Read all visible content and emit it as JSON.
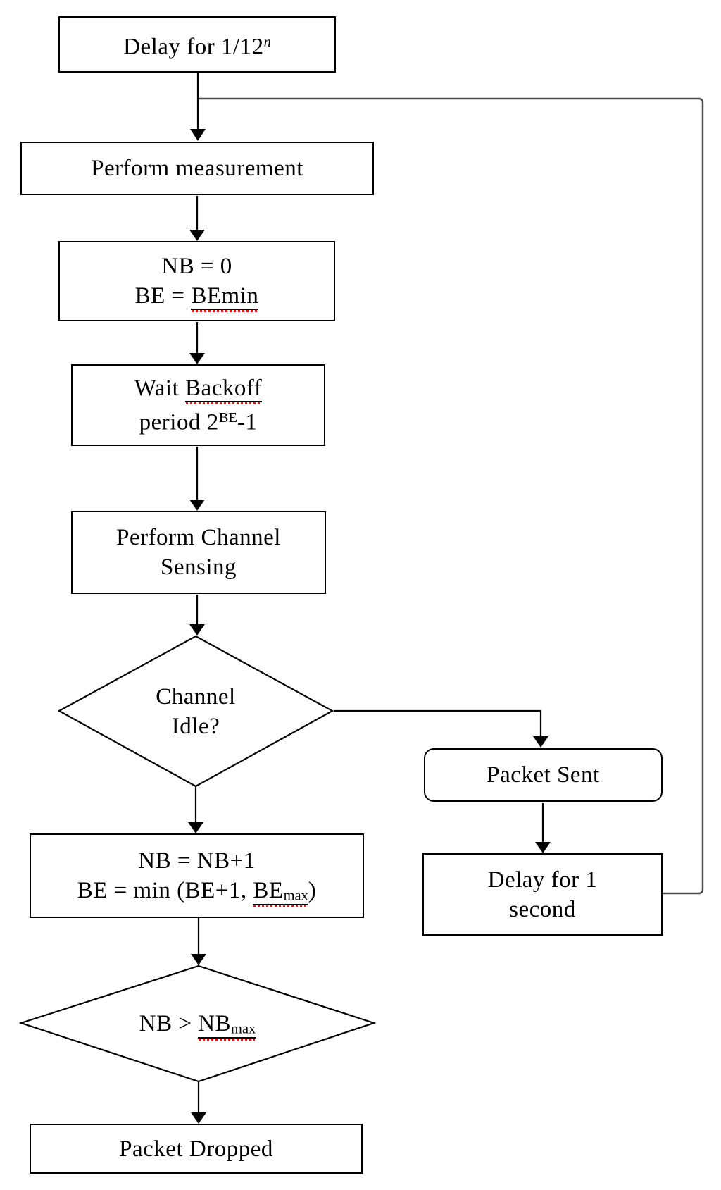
{
  "colors": {
    "node_border": "#000000",
    "connector": "#000000",
    "feedback_line": "#4a4a4a",
    "misspell_squiggle": "#e11515",
    "background": "#ffffff",
    "text": "#000000"
  },
  "nodes": {
    "delay_initial": {
      "text": "Delay for 1/12",
      "sup": "n"
    },
    "perform_measurement": {
      "text": "Perform measurement"
    },
    "init_backoff": {
      "line1": "NB = 0",
      "line2_prefix": "BE = ",
      "line2_miss": "BEmin"
    },
    "wait_backoff": {
      "line1_prefix": "Wait ",
      "line1_miss": "Backoff",
      "line2_prefix": "period 2",
      "line2_sup": "BE",
      "line2_suffix": "-1"
    },
    "channel_sensing": {
      "line1": "Perform Channel",
      "line2": "Sensing"
    },
    "channel_idle": {
      "line1": "Channel",
      "line2": "Idle?"
    },
    "packet_sent": {
      "text": "Packet Sent"
    },
    "delay_second": {
      "line1": "Delay for 1",
      "line2": "second"
    },
    "increment": {
      "line1": "NB = NB+1",
      "line2_prefix": "BE = min (BE+1, ",
      "line2_base": "BE",
      "line2_sub": "max",
      "line2_suffix": ")"
    },
    "nb_max_check": {
      "prefix": "NB > ",
      "base": "NB",
      "sub": "max"
    },
    "packet_dropped": {
      "text": "Packet Dropped"
    }
  }
}
